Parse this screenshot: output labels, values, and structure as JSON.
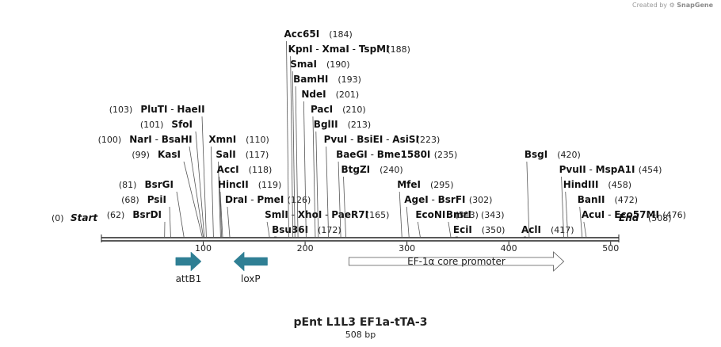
{
  "credit": {
    "prefix": "Created by",
    "brand": "SnapGene"
  },
  "title": "pEnt L1L3 EF1a-tTA-3",
  "length_label": "508 bp",
  "sequence_length": 508,
  "axis_ticks": [
    100,
    200,
    300,
    400,
    500
  ],
  "ends": {
    "start_label": "Start",
    "start_pos": "(0)",
    "end_label": "End",
    "end_pos": "(508)"
  },
  "sites": [
    {
      "label": [
        [
          "BsrDI",
          true
        ]
      ],
      "pos": "(62)",
      "bp": 62,
      "side": "left",
      "row": 0
    },
    {
      "label": [
        [
          "PsiI",
          true
        ]
      ],
      "pos": "(68)",
      "bp": 68,
      "side": "left",
      "row": 1
    },
    {
      "label": [
        [
          "BsrGI",
          true
        ]
      ],
      "pos": "(81)",
      "bp": 81,
      "side": "left",
      "row": 2
    },
    {
      "label": [
        [
          "KasI",
          true
        ]
      ],
      "pos": "(99)",
      "bp": 99,
      "side": "left",
      "row": 4
    },
    {
      "label": [
        [
          "NarI",
          true
        ],
        [
          " - ",
          false
        ],
        [
          "BsaHI",
          true
        ]
      ],
      "pos": "(100)",
      "bp": 100,
      "side": "left",
      "row": 5
    },
    {
      "label": [
        [
          "SfoI",
          true
        ]
      ],
      "pos": "(101)",
      "bp": 101,
      "side": "left",
      "row": 6
    },
    {
      "label": [
        [
          "PluTI",
          true
        ],
        [
          " - ",
          false
        ],
        [
          "HaeII",
          true
        ]
      ],
      "pos": "(103)",
      "bp": 103,
      "side": "left",
      "row": 7
    },
    {
      "label": [
        [
          "XmnI",
          true
        ]
      ],
      "pos": "(110)",
      "bp": 110,
      "side": "right",
      "row": 5
    },
    {
      "label": [
        [
          "SalI",
          true
        ]
      ],
      "pos": "(117)",
      "bp": 117,
      "side": "right",
      "row": 4
    },
    {
      "label": [
        [
          "AccI",
          true
        ]
      ],
      "pos": "(118)",
      "bp": 118,
      "side": "right",
      "row": 3
    },
    {
      "label": [
        [
          "HincII",
          true
        ]
      ],
      "pos": "(119)",
      "bp": 119,
      "side": "right",
      "row": 2
    },
    {
      "label": [
        [
          "DraI",
          true
        ],
        [
          " - ",
          false
        ],
        [
          "PmeI",
          true
        ]
      ],
      "pos": "(126)",
      "bp": 126,
      "side": "right",
      "row": 1
    },
    {
      "label": [
        [
          "SmlI",
          true
        ],
        [
          " - ",
          false
        ],
        [
          "XhoI",
          true
        ],
        [
          " - ",
          false
        ],
        [
          "PaeR7I",
          true
        ]
      ],
      "pos": "(165)",
      "bp": 165,
      "side": "right",
      "row": 0
    },
    {
      "label": [
        [
          "Bsu36I",
          true
        ]
      ],
      "pos": "(172)",
      "bp": 172,
      "side": "right",
      "row": -1
    },
    {
      "label": [
        [
          "Acc65I",
          true
        ]
      ],
      "pos": "(184)",
      "bp": 184,
      "side": "right",
      "row": 12
    },
    {
      "label": [
        [
          "KpnI",
          true
        ],
        [
          " - ",
          false
        ],
        [
          "XmaI",
          true
        ],
        [
          " - ",
          false
        ],
        [
          "TspMI",
          true
        ]
      ],
      "pos": "(188)",
      "bp": 188,
      "side": "right",
      "row": 11
    },
    {
      "label": [
        [
          "SmaI",
          true
        ]
      ],
      "pos": "(190)",
      "bp": 190,
      "side": "right",
      "row": 10
    },
    {
      "label": [
        [
          "BamHI",
          true
        ]
      ],
      "pos": "(193)",
      "bp": 193,
      "side": "right",
      "row": 9
    },
    {
      "label": [
        [
          "NdeI",
          true
        ]
      ],
      "pos": "(201)",
      "bp": 201,
      "side": "right",
      "row": 8
    },
    {
      "label": [
        [
          "PacI",
          true
        ]
      ],
      "pos": "(210)",
      "bp": 210,
      "side": "right",
      "row": 7
    },
    {
      "label": [
        [
          "BglII",
          true
        ]
      ],
      "pos": "(213)",
      "bp": 213,
      "side": "right",
      "row": 6
    },
    {
      "label": [
        [
          "PvuI",
          true
        ],
        [
          " - ",
          false
        ],
        [
          "BsiEI",
          true
        ],
        [
          " - ",
          false
        ],
        [
          "AsiSI",
          true
        ]
      ],
      "pos": "(223)",
      "bp": 223,
      "side": "right",
      "row": 5
    },
    {
      "label": [
        [
          "BaeGI",
          true
        ],
        [
          " - ",
          false
        ],
        [
          "Bme1580I",
          true
        ]
      ],
      "pos": "(235)",
      "bp": 235,
      "side": "right",
      "row": 4
    },
    {
      "label": [
        [
          "BtgZI",
          true
        ]
      ],
      "pos": "(240)",
      "bp": 240,
      "side": "right",
      "row": 3
    },
    {
      "label": [
        [
          "MfeI",
          true
        ]
      ],
      "pos": "(295)",
      "bp": 295,
      "side": "right",
      "row": 2
    },
    {
      "label": [
        [
          "AgeI",
          true
        ],
        [
          " - ",
          false
        ],
        [
          "BsrFI",
          true
        ]
      ],
      "pos": "(302)",
      "bp": 302,
      "side": "right",
      "row": 1
    },
    {
      "label": [
        [
          "EcoNI",
          true
        ]
      ],
      "pos": "(313)",
      "bp": 313,
      "side": "right",
      "row": 0
    },
    {
      "label": [
        [
          "BmrI",
          true
        ]
      ],
      "pos": "(343)",
      "bp": 343,
      "side": "right",
      "row": 0
    },
    {
      "label": [
        [
          "EciI",
          true
        ]
      ],
      "pos": "(350)",
      "bp": 350,
      "side": "right",
      "row": -1
    },
    {
      "label": [
        [
          "AclI",
          true
        ]
      ],
      "pos": "(417)",
      "bp": 417,
      "side": "right",
      "row": -1
    },
    {
      "label": [
        [
          "BsgI",
          true
        ]
      ],
      "pos": "(420)",
      "bp": 420,
      "side": "right",
      "row": 4
    },
    {
      "label": [
        [
          "PvuII",
          true
        ],
        [
          " - ",
          false
        ],
        [
          "MspA1I",
          true
        ]
      ],
      "pos": "(454)",
      "bp": 454,
      "side": "right",
      "row": 3
    },
    {
      "label": [
        [
          "HindIII",
          true
        ]
      ],
      "pos": "(458)",
      "bp": 458,
      "side": "right",
      "row": 2
    },
    {
      "label": [
        [
          "BanII",
          true
        ]
      ],
      "pos": "(472)",
      "bp": 472,
      "side": "right",
      "row": 1
    },
    {
      "label": [
        [
          "AcuI",
          true
        ],
        [
          " - ",
          false
        ],
        [
          "Eco57MI",
          true
        ]
      ],
      "pos": "(476)",
      "bp": 476,
      "side": "right",
      "row": 0
    }
  ],
  "features": [
    {
      "name": "attB1",
      "start": 73,
      "end": 98,
      "direction": "forward",
      "color": "#2f7f94",
      "style": "solid"
    },
    {
      "name": "loxP",
      "start": 130,
      "end": 163,
      "direction": "reverse",
      "color": "#2f7f94",
      "style": "solid"
    },
    {
      "name": "EF-1α core promoter",
      "start": 243,
      "end": 454,
      "direction": "forward",
      "color": "#ffffff",
      "style": "outline"
    }
  ]
}
